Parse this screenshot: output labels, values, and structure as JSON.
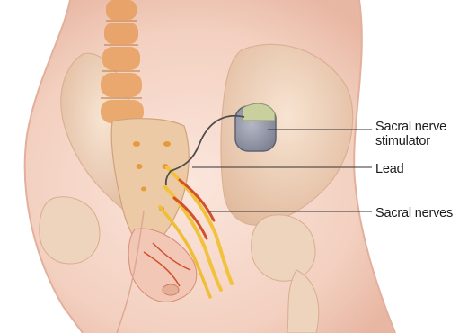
{
  "labels": {
    "stimulator_line1": "Sacral nerve",
    "stimulator_line2": "stimulator",
    "lead": "Lead",
    "sacral_nerves": "Sacral nerves"
  },
  "colors": {
    "skin": "#f5d6c8",
    "skin_shadow": "#e9b9a5",
    "bone": "#f0d5bd",
    "bone_shadow": "#dcb493",
    "spine": "#e6a56b",
    "nerve": "#f2c23c",
    "nerve_red": "#d2502e",
    "device": "#8f93a2",
    "device_header": "#c9cf9d",
    "pointer": "#333333"
  }
}
